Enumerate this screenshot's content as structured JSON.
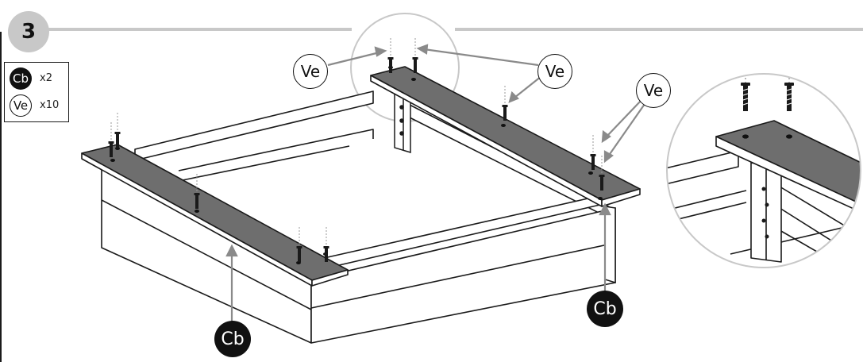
{
  "step": {
    "number": "3"
  },
  "parts": [
    {
      "code": "Cb",
      "qty": "x2",
      "style": "black"
    },
    {
      "code": "Ve",
      "qty": "x10",
      "style": "white"
    }
  ],
  "callouts": {
    "ve": "Ve",
    "cb": "Cb"
  },
  "colors": {
    "board_top": "#6e6e6e",
    "outline": "#1a1a1a",
    "header_line": "#c8c8c8",
    "step_circle": "#c8c8c8"
  }
}
